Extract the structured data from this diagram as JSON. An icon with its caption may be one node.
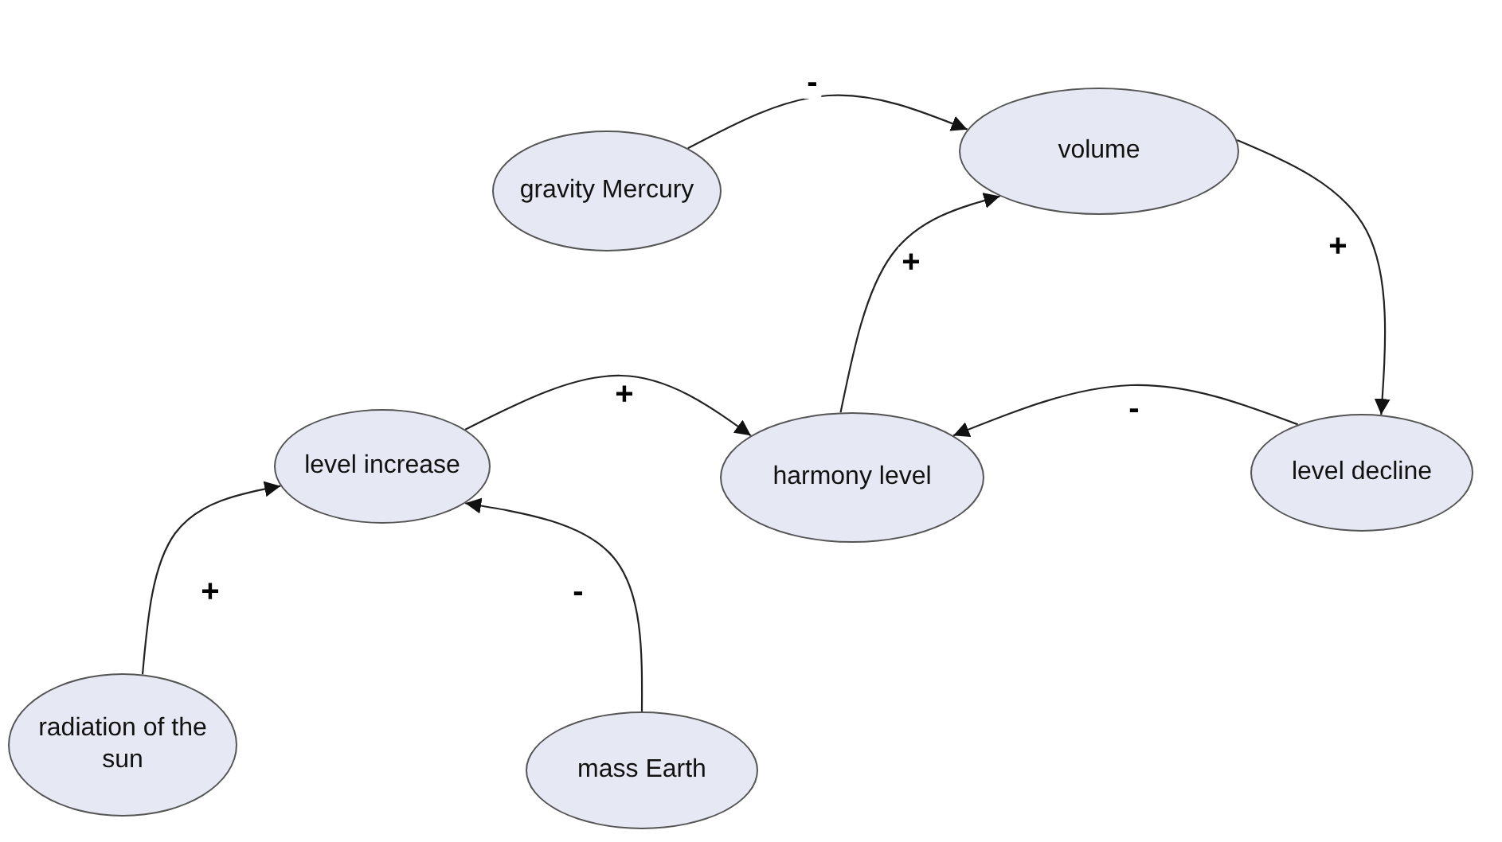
{
  "diagram": {
    "nodes": [
      {
        "text": [
          "gravity Mercury"
        ]
      },
      {
        "text": [
          "volume"
        ]
      },
      {
        "text": [
          "level increase"
        ]
      },
      {
        "text": [
          "harmony level"
        ]
      },
      {
        "text": [
          "level decline"
        ]
      },
      {
        "text": [
          "radiation of the sun"
        ]
      },
      {
        "text": [
          "mass Earth"
        ]
      }
    ],
    "edges": [
      {
        "from": 0,
        "to": 1,
        "arrow": "to",
        "label": "-"
      },
      {
        "from": 1,
        "to": 4,
        "arrow": "to",
        "label": "+"
      },
      {
        "from": 4,
        "to": 3,
        "arrow": "to",
        "label": "-"
      },
      {
        "from": 3,
        "to": 1,
        "arrow": "to",
        "label": "+"
      },
      {
        "from": 2,
        "to": 3,
        "arrow": "to",
        "label": "+"
      },
      {
        "from": 5,
        "to": 2,
        "arrow": "to",
        "label": "+"
      },
      {
        "from": 6,
        "to": 2,
        "arrow": "to",
        "label": "-"
      }
    ]
  }
}
